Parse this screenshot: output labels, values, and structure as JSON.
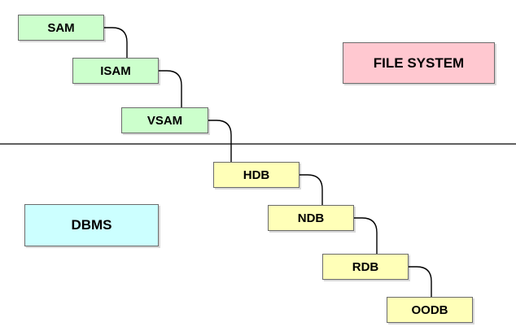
{
  "nodes": [
    {
      "label": "SAM",
      "group": "file_system"
    },
    {
      "label": "ISAM",
      "group": "file_system"
    },
    {
      "label": "VSAM",
      "group": "file_system"
    },
    {
      "label": "HDB",
      "group": "dbms"
    },
    {
      "label": "NDB",
      "group": "dbms"
    },
    {
      "label": "RDB",
      "group": "dbms"
    },
    {
      "label": "OODB",
      "group": "dbms"
    }
  ],
  "categories": {
    "file_system": {
      "label": "FILE SYSTEM",
      "color": "#ffc8d0",
      "node_color": "#ccffcc"
    },
    "dbms": {
      "label": "DBMS",
      "color": "#ccffff",
      "node_color": "#ffffb8"
    }
  },
  "colors": {
    "divider": "#000000",
    "border": "#6b6b6b"
  }
}
